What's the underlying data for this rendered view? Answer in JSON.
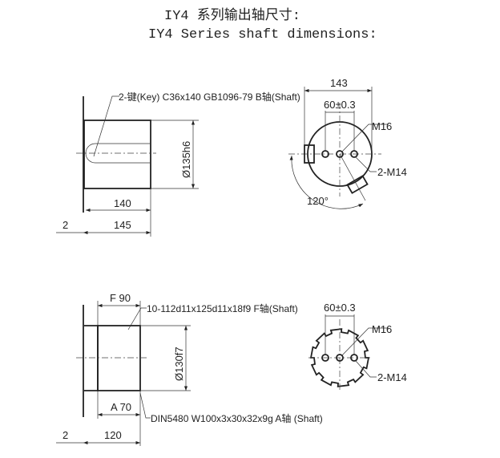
{
  "title": {
    "line1": "IY4 系列输出轴尺寸:",
    "line2": "IY4 Series shaft dimensions:"
  },
  "shaft_b": {
    "key_label": "2-键(Key) C36x140 GB1096-79 B轴(Shaft)",
    "diameter": "Ø135h6",
    "length_inner": "140",
    "length_total": "145",
    "flange_offset": "2",
    "end_view": {
      "width": "143",
      "hole_spacing": "60±0.3",
      "center_thread": "M16",
      "side_threads": "2-M14",
      "angle": "120°"
    }
  },
  "shaft_fa": {
    "length_f": "F 90",
    "spline_f_label": "10-112d11x125d11x18f9 F轴(Shaft)",
    "diameter": "Ø130f7",
    "length_a": "A 70",
    "spline_a_label": "DIN5480 W100x3x30x32x9g A轴 (Shaft)",
    "length_total": "120",
    "flange_offset": "2",
    "end_view": {
      "hole_spacing": "60±0.3",
      "center_thread": "M16",
      "side_threads": "2-M14"
    }
  }
}
